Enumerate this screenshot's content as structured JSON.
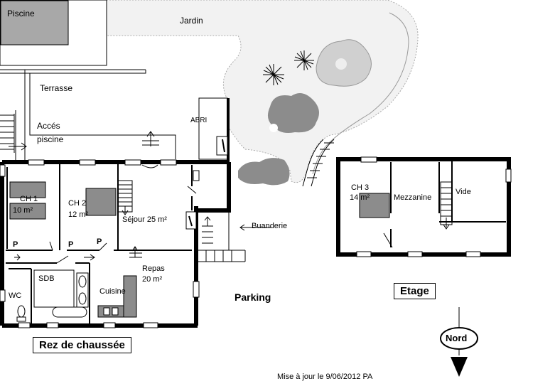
{
  "title_ground_floor": "Rez de chaussée",
  "title_upper_floor": "Etage",
  "compass": {
    "label": "Nord"
  },
  "update_note": "Mise à jour le  9/06/2012  PA",
  "outdoor": {
    "pool": "Piscine",
    "garden": "Jardin",
    "terrace": "Terrasse",
    "pool_access_line1": "Accés",
    "pool_access_line2": "piscine",
    "shelter": "ABRI",
    "laundry": "Buanderie",
    "parking": "Parking"
  },
  "ground_rooms": {
    "ch1_name": "CH 1",
    "ch1_area": "10 m²",
    "ch2_name": "CH 2",
    "ch2_area": "12 m²",
    "living": "Séjour 25 m²",
    "meals_line1": "Repas",
    "meals_line2": "20 m²",
    "bath": "SDB",
    "kitchen": "Cuisine",
    "wc": "WC",
    "p1": "P",
    "p2": "P",
    "p3": "P"
  },
  "upper_rooms": {
    "ch3_name": "CH 3",
    "ch3_area": "14 m²",
    "mezzanine": "Mezzanine",
    "void": "Vide"
  },
  "colors": {
    "wall": "#000000",
    "furniture": "#8c8c8c",
    "garden_speckle": "#c8c8c8",
    "pool_fill": "#a8a8a8"
  }
}
